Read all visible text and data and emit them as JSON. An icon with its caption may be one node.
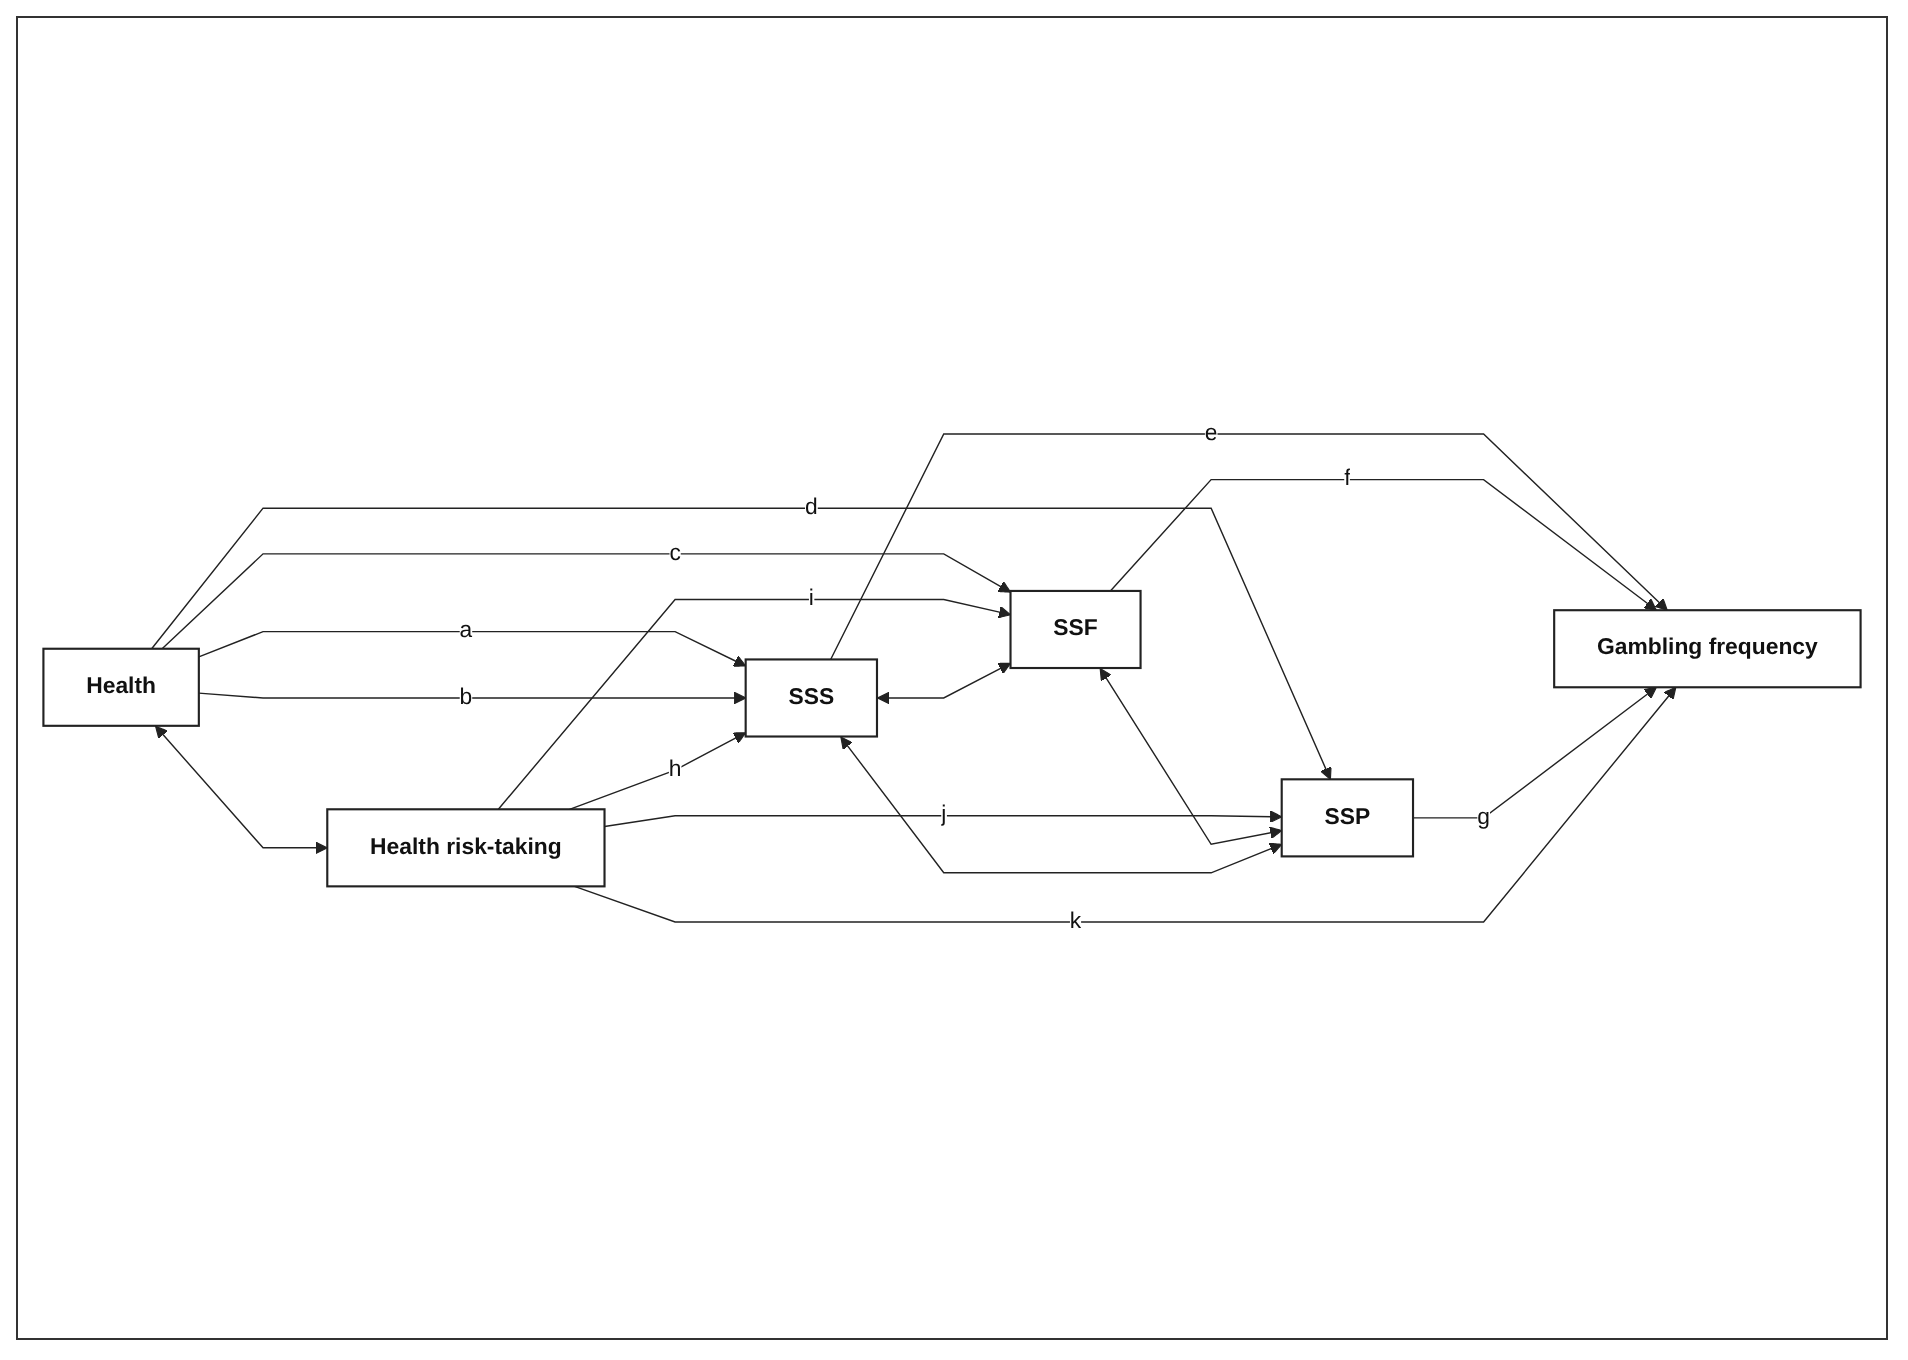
{
  "diagram": {
    "nodes": [
      {
        "text": [
          "Health"
        ]
      },
      {
        "text": [
          "Health risk-taking"
        ]
      },
      {
        "text": [
          "SSS"
        ]
      },
      {
        "text": [
          "SSF"
        ]
      },
      {
        "text": [
          "SSP"
        ]
      },
      {
        "text": [
          "Gambling frequency"
        ]
      }
    ],
    "edges": [
      {
        "from": 0,
        "to": 2,
        "arrow": "to",
        "label": "a"
      },
      {
        "from": 0,
        "to": 2,
        "arrow": "to",
        "label": "b"
      },
      {
        "from": 0,
        "to": 3,
        "arrow": "to",
        "label": "c"
      },
      {
        "from": 0,
        "to": 4,
        "arrow": "to",
        "label": "d"
      },
      {
        "from": 0,
        "to": 1,
        "arrow": "both"
      },
      {
        "from": 1,
        "to": 2,
        "arrow": "to",
        "label": "h"
      },
      {
        "from": 1,
        "to": 3,
        "arrow": "to",
        "label": "i"
      },
      {
        "from": 1,
        "to": 4,
        "arrow": "to",
        "label": "j"
      },
      {
        "from": 2,
        "to": 3,
        "arrow": "both"
      },
      {
        "from": 3,
        "to": 4,
        "arrow": "both"
      },
      {
        "from": 2,
        "to": 4,
        "arrow": "both"
      },
      {
        "from": 2,
        "to": 5,
        "arrow": "to",
        "label": "e"
      },
      {
        "from": 3,
        "to": 5,
        "arrow": "to",
        "label": "f"
      },
      {
        "from": 4,
        "to": 5,
        "arrow": "to",
        "label": "g"
      },
      {
        "from": 1,
        "to": 5,
        "arrow": "to",
        "label": "k"
      }
    ]
  }
}
